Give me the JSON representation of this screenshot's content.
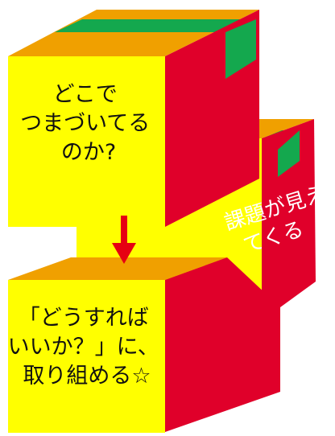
{
  "boxes": {
    "top": {
      "lines": [
        "どこで",
        "つまづいてる",
        "のか?"
      ]
    },
    "middle": {
      "side_lines": [
        "課題が見え",
        "てくる"
      ]
    },
    "bottom": {
      "lines": [
        "「どうすれば",
        "いいか？」に、",
        "取り組める☆"
      ]
    }
  },
  "colors": {
    "front": "#ffff00",
    "top": "#f0a000",
    "side": "#e0002a",
    "tape": "#14a84e",
    "arrow": "#e60012"
  }
}
